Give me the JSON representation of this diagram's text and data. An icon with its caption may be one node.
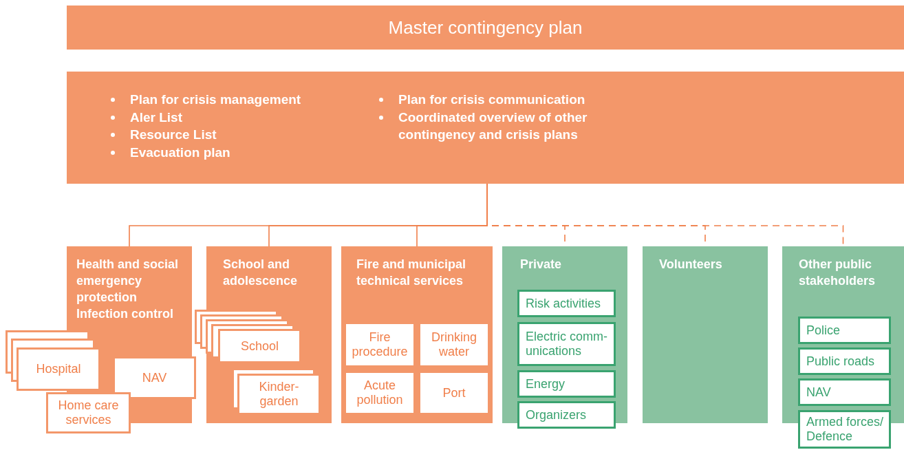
{
  "diagram": {
    "nodes": [
      {
        "text": [
          "Master contingency plan"
        ]
      },
      {
        "text": [
          "Plan for crisis management",
          "Aler List",
          "Resource List",
          "Evacuation plan",
          "Plan for crisis communication",
          "Coordinated overview of other contingency and crisis plans"
        ]
      },
      {
        "text": [
          "Health and social emergency protection",
          "Infection control"
        ]
      },
      {
        "text": [
          "Hospital"
        ]
      },
      {
        "text": [
          "NAV"
        ],
        "in": 2
      },
      {
        "text": [
          "Home care services"
        ]
      },
      {
        "text": [
          "School and adolescence"
        ]
      },
      {
        "text": [
          "School"
        ],
        "in": 6
      },
      {
        "text": [
          "Kinder-garden"
        ],
        "in": 6
      },
      {
        "text": [
          "Fire and municipal technical services"
        ]
      },
      {
        "text": [
          "Fire procedure"
        ],
        "in": 9
      },
      {
        "text": [
          "Drinking water"
        ],
        "in": 9
      },
      {
        "text": [
          "Acute pollution"
        ],
        "in": 9
      },
      {
        "text": [
          "Port"
        ],
        "in": 9
      },
      {
        "text": [
          "Private"
        ]
      },
      {
        "text": [
          "Risk activities"
        ],
        "in": 14
      },
      {
        "text": [
          "Electric comm-unications"
        ],
        "in": 14
      },
      {
        "text": [
          "Energy"
        ],
        "in": 14
      },
      {
        "text": [
          "Organizers"
        ],
        "in": 14
      },
      {
        "text": [
          "Volunteers"
        ]
      },
      {
        "text": [
          "Other public stakeholders"
        ]
      },
      {
        "text": [
          "Police"
        ],
        "in": 20
      },
      {
        "text": [
          "Public roads"
        ],
        "in": 20
      },
      {
        "text": [
          "NAV"
        ],
        "in": 20
      },
      {
        "text": [
          "Armed forces/ Defence"
        ]
      }
    ],
    "edges": [
      {
        "from": 1,
        "to": 2,
        "arrow": "none"
      },
      {
        "from": 1,
        "to": 6,
        "arrow": "none"
      },
      {
        "from": 1,
        "to": 9,
        "arrow": "none"
      },
      {
        "from": 1,
        "to": 14,
        "arrow": "none",
        "style": "dashed"
      },
      {
        "from": 1,
        "to": 19,
        "arrow": "none",
        "style": "dashed"
      },
      {
        "from": 1,
        "to": 20,
        "arrow": "none",
        "style": "dashed"
      }
    ]
  }
}
